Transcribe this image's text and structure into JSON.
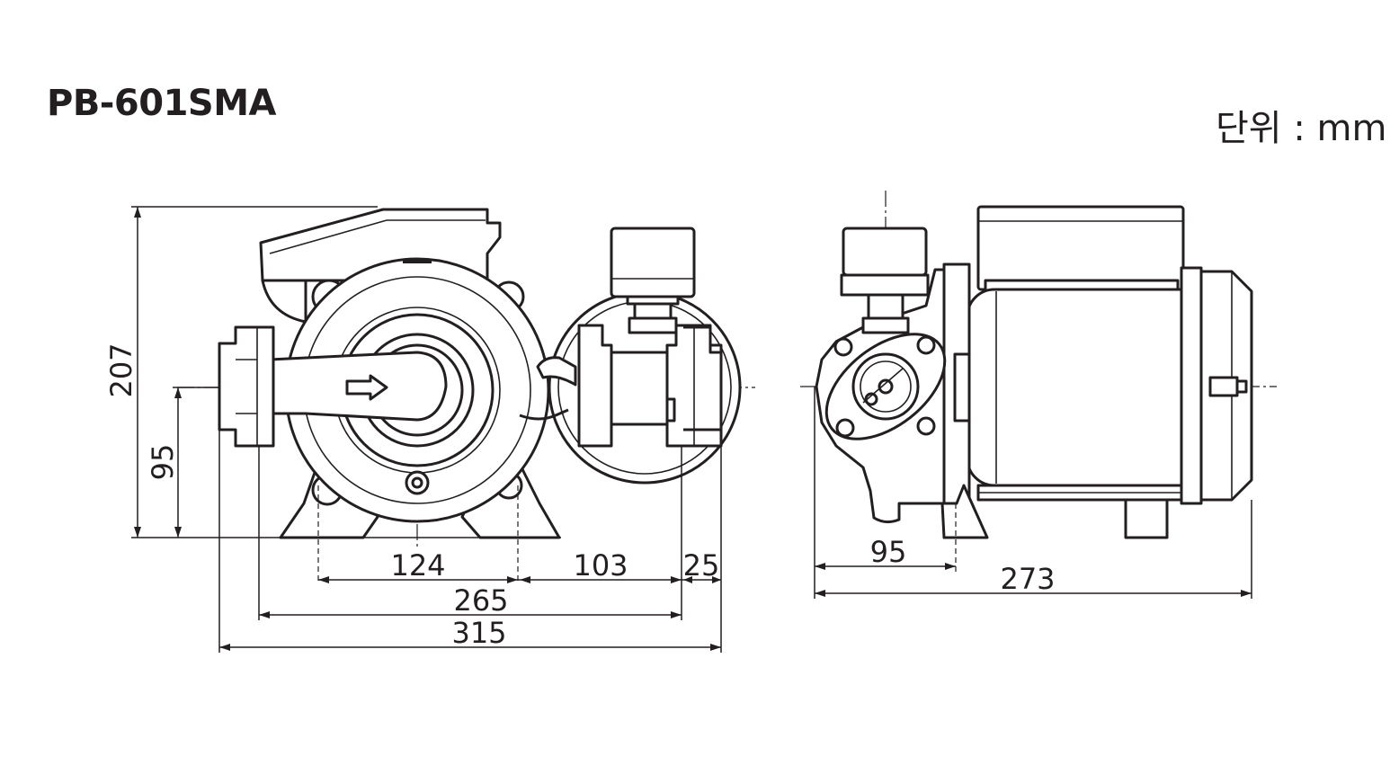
{
  "title": "PB-601SMA",
  "unit_label": "단위 : mm",
  "dimensions": {
    "front": {
      "height_total": "207",
      "height_center": "95",
      "base_span": "124",
      "flange_span": "103",
      "flange_end": "25",
      "mid_length": "265",
      "total_length": "315"
    },
    "side": {
      "center_offset": "95",
      "total_depth": "273"
    }
  }
}
